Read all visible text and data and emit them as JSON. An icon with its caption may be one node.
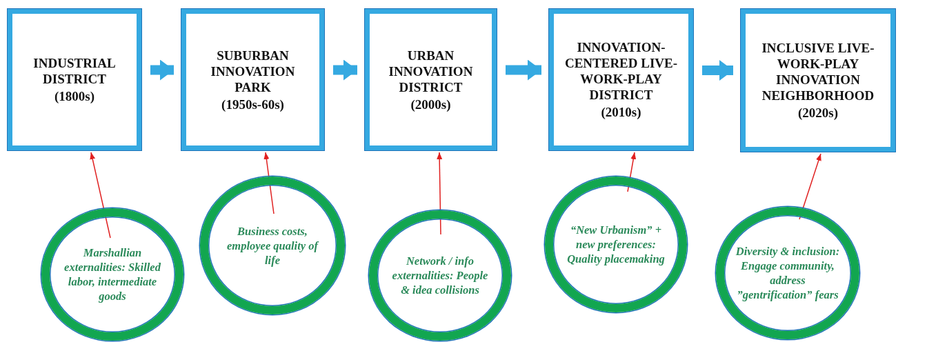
{
  "diagram": {
    "nodes": [
      {
        "text": [
          "INDUSTRIAL DISTRICT",
          "(1800s)"
        ]
      },
      {
        "text": [
          "SUBURBAN INNOVATION PARK",
          "(1950s-60s)"
        ]
      },
      {
        "text": [
          "URBAN INNOVATION DISTRICT",
          "(2000s)"
        ]
      },
      {
        "text": [
          "INNOVATION-CENTERED LIVE-WORK-PLAY DISTRICT",
          "(2010s)"
        ]
      },
      {
        "text": [
          "INCLUSIVE LIVE-WORK-PLAY INNOVATION NEIGHBORHOOD",
          "(2020s)"
        ]
      },
      {
        "text": [
          "Marshallian externalities: Skilled labor, intermediate goods"
        ]
      },
      {
        "text": [
          "Business costs, employee quality of life"
        ]
      },
      {
        "text": [
          "Network / info externalities: People & idea collisions"
        ]
      },
      {
        "text": [
          "“New Urbanism” + new preferences: Quality placemaking"
        ]
      },
      {
        "text": [
          "Diversity & inclusion:  Engage community, address ”gentrification” fears"
        ]
      }
    ],
    "edges": [
      {
        "from": 0,
        "to": 1,
        "arrow": "to",
        "style": "thick",
        "color": "#35a9e1"
      },
      {
        "from": 1,
        "to": 2,
        "arrow": "to",
        "style": "thick",
        "color": "#35a9e1"
      },
      {
        "from": 2,
        "to": 3,
        "arrow": "to",
        "style": "thick",
        "color": "#35a9e1"
      },
      {
        "from": 3,
        "to": 4,
        "arrow": "to",
        "style": "thick",
        "color": "#35a9e1"
      },
      {
        "from": 5,
        "to": 0,
        "arrow": "to",
        "color": "#e02020"
      },
      {
        "from": 6,
        "to": 1,
        "arrow": "to",
        "color": "#e02020"
      },
      {
        "from": 7,
        "to": 2,
        "arrow": "to",
        "color": "#e02020"
      },
      {
        "from": 8,
        "to": 3,
        "arrow": "to",
        "color": "#e02020"
      },
      {
        "from": 9,
        "to": 4,
        "arrow": "to",
        "color": "#e02020"
      }
    ]
  }
}
